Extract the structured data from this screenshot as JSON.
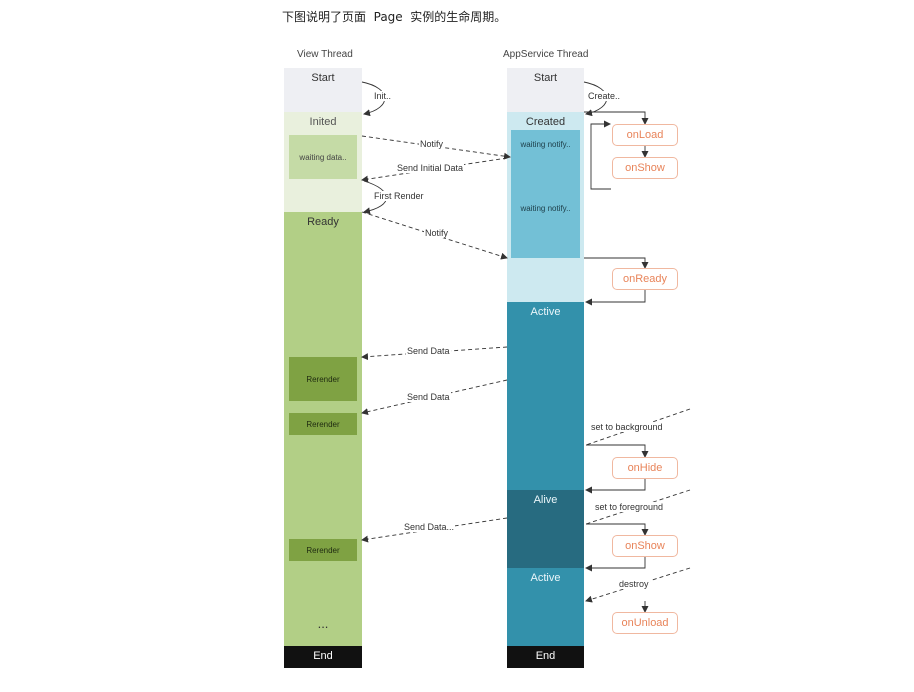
{
  "intro": "下图说明了页面  Page  实例的生命周期。",
  "view_thread": {
    "title": "View Thread",
    "start": "Start",
    "inited": "Inited",
    "waiting": "waiting data..",
    "ready": "Ready",
    "rerender_1": "Rerender",
    "rerender_2": "Rerender",
    "rerender_3": "Rerender",
    "ellipsis": "...",
    "end": "End"
  },
  "appservice_thread": {
    "title": "AppService Thread",
    "start": "Start",
    "created": "Created",
    "waiting_1": "waiting notify..",
    "waiting_2": "waiting notify..",
    "active_1": "Active",
    "alive": "Alive",
    "active_2": "Active",
    "end": "End"
  },
  "hooks": {
    "onload": "onLoad",
    "onshow_1": "onShow",
    "onready": "onReady",
    "onhide": "onHide",
    "onshow_2": "onShow",
    "onunload": "onUnload"
  },
  "messages": {
    "init": "Init..",
    "create": "Create..",
    "notify_1": "Notify",
    "send_initial_data": "Send Initial Data",
    "first_render": "First Render",
    "notify_2": "Notify",
    "send_data_1": "Send Data",
    "send_data_2": "Send Data",
    "send_data_3": "Send Data...",
    "set_to_background": "set to background",
    "set_to_foreground": "set to foreground",
    "destroy": "destroy"
  },
  "colors": {
    "start_gray": "#eeeff3",
    "inited_green": "#e9f0dd",
    "waiting_green": "#c5dba6",
    "ready_green": "#b2cf86",
    "rerender_green": "#7fa243",
    "created_blue": "#cde9f0",
    "waiting_blue": "#73c0d6",
    "active_teal": "#3391ab",
    "alive_teal": "#276b80",
    "end_black": "#111111",
    "hook_orange": "#e8845a"
  }
}
